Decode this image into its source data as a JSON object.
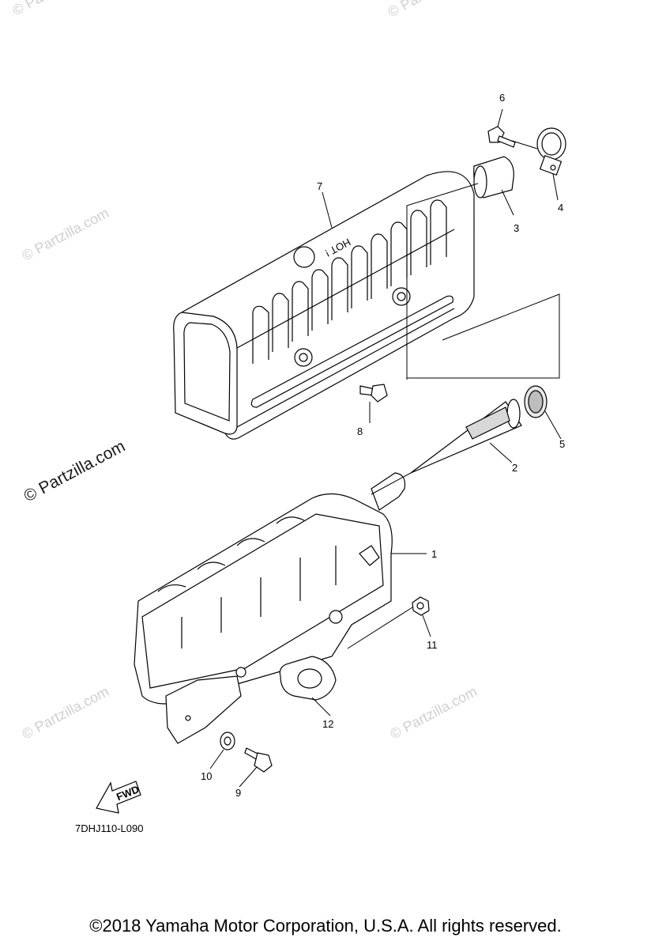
{
  "watermarks": {
    "main": "© Partzilla.com",
    "faint": "© Partzilla.com"
  },
  "callouts": {
    "p1": "1",
    "p2": "2",
    "p3": "3",
    "p4": "4",
    "p5": "5",
    "p6": "6",
    "p7": "7",
    "p8": "8",
    "p9": "9",
    "p10": "10",
    "p11": "11",
    "p12": "12"
  },
  "cover_marking": "HOT !",
  "fwd_label": "FWD",
  "diagram_code": "7DHJ110-L090",
  "footer": "©2018  Yamaha Motor Corporation, U.S.A. All rights reserved.",
  "colors": {
    "line": "#000000",
    "watermark": "#cfcfcf"
  }
}
